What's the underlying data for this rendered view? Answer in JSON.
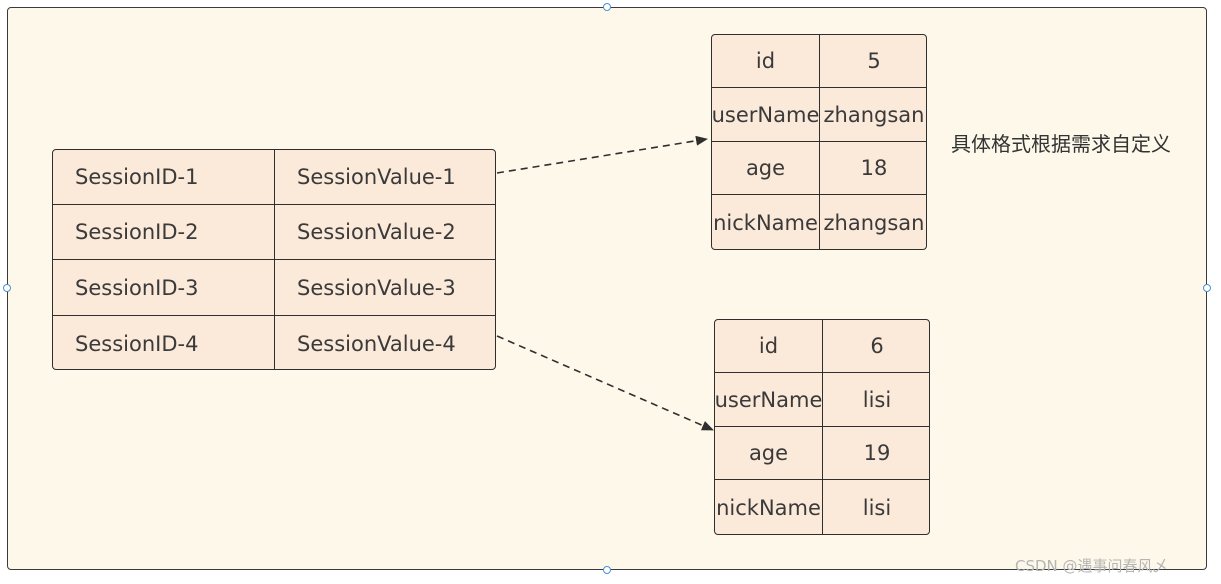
{
  "session_table": {
    "rows": [
      {
        "id": "SessionID-1",
        "value": "SessionValue-1"
      },
      {
        "id": "SessionID-2",
        "value": "SessionValue-2"
      },
      {
        "id": "SessionID-3",
        "value": "SessionValue-3"
      },
      {
        "id": "SessionID-4",
        "value": "SessionValue-4"
      }
    ]
  },
  "user_table_1": {
    "rows": [
      {
        "key": "id",
        "value": "5"
      },
      {
        "key": "userName",
        "value": "zhangsan"
      },
      {
        "key": "age",
        "value": "18"
      },
      {
        "key": "nickName",
        "value": "zhangsan"
      }
    ]
  },
  "user_table_2": {
    "rows": [
      {
        "key": "id",
        "value": "6"
      },
      {
        "key": "userName",
        "value": "lisi"
      },
      {
        "key": "age",
        "value": "19"
      },
      {
        "key": "nickName",
        "value": "lisi"
      }
    ]
  },
  "note": "具体格式根据需求自定义",
  "watermark": "CSDN @遇事问春风乄",
  "colors": {
    "canvas": "#fdf8ea",
    "table_fill": "#fbe9da",
    "border": "#2f2f2f",
    "handle": "#4a90d9"
  }
}
